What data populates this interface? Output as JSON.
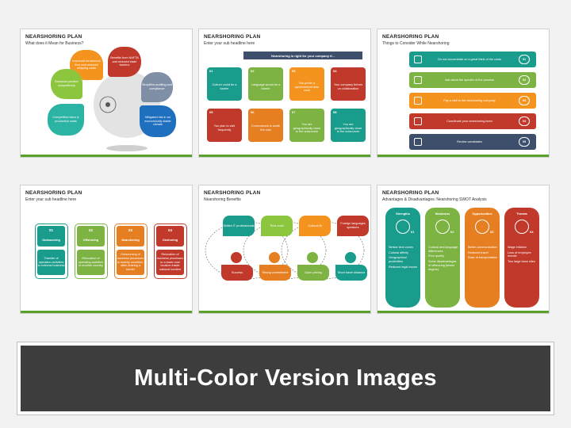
{
  "slides": [
    {
      "title": "NEARSHORING PLAN",
      "subtitle": "What does it Mean for Business?",
      "petals": [
        "Improved turnaround time and reduced shipping costs",
        "Benefits from NAFTA and reduced trade barriers",
        "Simplifies auditing and compliance",
        "Mitigated risk in an economically stable climate",
        "Competitive labor & production costs",
        "Business position competitively"
      ],
      "colors": [
        "#f4931e",
        "#c0392b",
        "#7f8fa6",
        "#1f6fbf",
        "#2bb3a3",
        "#8cc63f"
      ]
    },
    {
      "title": "NEARSHORING PLAN",
      "subtitle": "Enter your sub headline here",
      "header": "Nearshoring is right for your company if...",
      "cards": [
        {
          "num": "01",
          "text": "Culture could be a barrier",
          "color": "#1a9c8c"
        },
        {
          "num": "02",
          "text": "Language would be a barrier",
          "color": "#7cb342"
        },
        {
          "num": "03",
          "text": "You prefer a synchronized time zone",
          "color": "#f4931e"
        },
        {
          "num": "04",
          "text": "Your company thrives on collaboration",
          "color": "#c0392b"
        },
        {
          "num": "05",
          "text": "You plan to visit frequently",
          "color": "#c0392b"
        },
        {
          "num": "06",
          "text": "Convenience is worth the cost",
          "color": "#e67e22"
        },
        {
          "num": "07",
          "text": "You are geographically close to the outsourcer",
          "color": "#7cb342"
        },
        {
          "num": "08",
          "text": "You are geographically close to the outsourcer",
          "color": "#1a9c8c"
        }
      ]
    },
    {
      "title": "NEARSHORING PLAN",
      "subtitle": "Things to Consider While Nearshoring",
      "rows": [
        {
          "num": "01",
          "text": "Do not concentrate on a great think of the costs",
          "color": "#1a9c8c"
        },
        {
          "num": "02",
          "text": "Ask about the specific of the process",
          "color": "#7cb342"
        },
        {
          "num": "03",
          "text": "Pay a visit to the nearshoring company",
          "color": "#f4931e"
        },
        {
          "num": "04",
          "text": "Coordinate your nearshoring team",
          "color": "#c0392b"
        },
        {
          "num": "05",
          "text": "Review candidates",
          "color": "#3d4f6b"
        }
      ]
    },
    {
      "title": "NEARSHORING PLAN",
      "subtitle": "Enter your sub headline here",
      "cols": [
        {
          "num": "01",
          "label": "Outsourcing",
          "text": "Transfer of operation activities to external business",
          "color": "#1a9c8c"
        },
        {
          "num": "02",
          "label": "Offshoring",
          "text": "Relocation of operating activities to another country",
          "color": "#7cb342"
        },
        {
          "num": "03",
          "label": "Nearshoring",
          "text": "Outsourcing of business processes to nearby countries, often sharing a border",
          "color": "#e67e22"
        },
        {
          "num": "04",
          "label": "Onshoring",
          "text": "Relocation of business processes to a lower cost location inside national borders",
          "color": "#c0392b"
        }
      ]
    },
    {
      "title": "NEARSHORING PLAN",
      "subtitle": "Nearshoring Benefits",
      "top": [
        {
          "text": "Skilled IT professionals",
          "color": "#1a9c8c"
        },
        {
          "text": "Time zone",
          "color": "#8cc63f"
        },
        {
          "text": "Cultural fit",
          "color": "#f4931e"
        },
        {
          "text": "Foreign languages speakers",
          "color": "#c0392b"
        }
      ],
      "bottom": [
        {
          "text": "Success",
          "color": "#c0392b"
        },
        {
          "text": "Strong commitment",
          "color": "#e67e22"
        },
        {
          "text": "Open pricing",
          "color": "#7cb342"
        },
        {
          "text": "Short travel distance",
          "color": "#1a9c8c"
        }
      ]
    },
    {
      "title": "NEARSHORING PLAN",
      "subtitle": "Advantages & Disadvantages: Nearshoring SWOT Analysis",
      "swot": [
        {
          "label": "Strengths",
          "num": "01",
          "color": "#1a9c8c",
          "items": [
            "Similar time zones",
            "Cultural affinity",
            "Geographical proximities",
            "Reduced legal issues"
          ]
        },
        {
          "label": "Weakness",
          "num": "02",
          "color": "#7cb342",
          "items": [
            "Cultural and language differences",
            "Poor quality",
            "Some disadvantages of offshoring (lesser degree)"
          ]
        },
        {
          "label": "Opportunities",
          "num": "03",
          "color": "#e67e22",
          "items": [
            "Better communication",
            "Reduced travel",
            "Ease of transportation"
          ]
        },
        {
          "label": "Threats",
          "num": "04",
          "color": "#c0392b",
          "items": [
            "Wage inflation",
            "Loss of employee morale",
            "Two large team sites"
          ]
        }
      ]
    }
  ],
  "banner": {
    "text": "Multi-Color Version Images"
  }
}
